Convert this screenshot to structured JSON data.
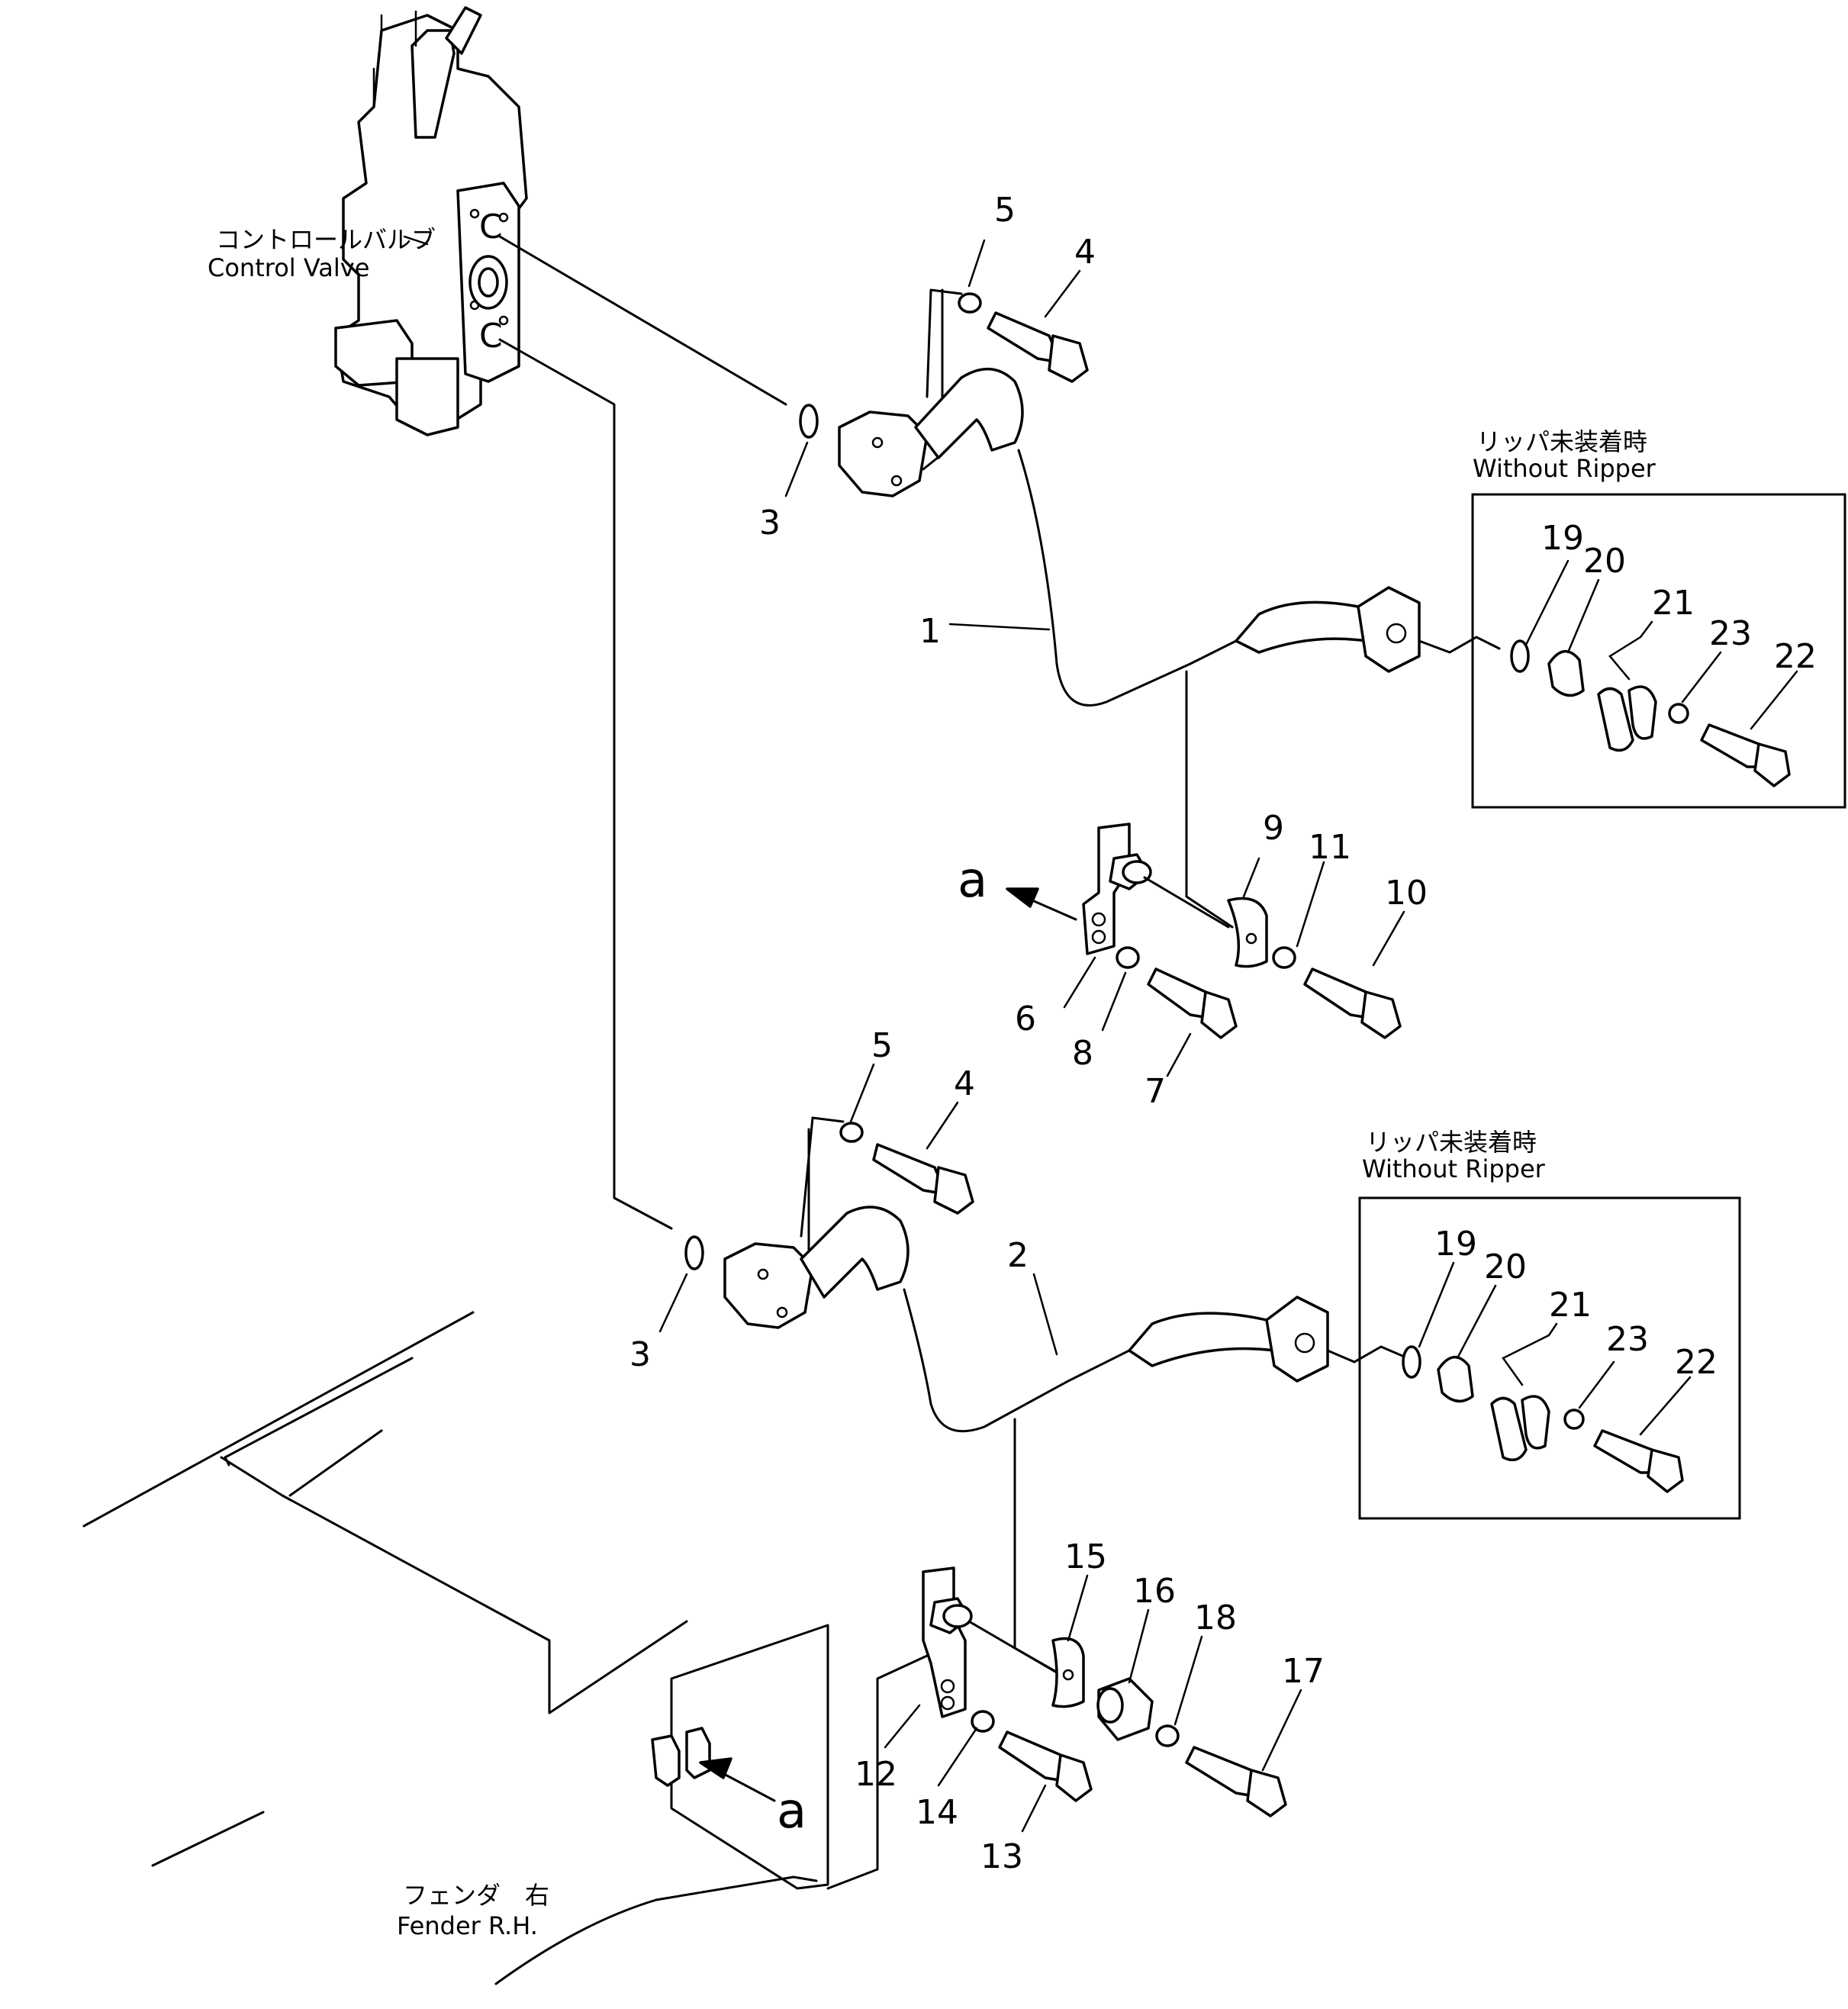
{
  "labels": {
    "control_valve_jp": "コントロールバルブ",
    "control_valve_en": "Control  Valve",
    "without_ripper_jp": "リッパ未装着時",
    "without_ripper_en": "Without  Ripper",
    "fender_jp": "フェンダ　右",
    "fender_en": "Fender  R.H.",
    "view_a": "a"
  },
  "callouts": {
    "c1": "1",
    "c2": "2",
    "c3a": "3",
    "c3b": "3",
    "c4a": "4",
    "c4b": "4",
    "c5a": "5",
    "c5b": "5",
    "c6": "6",
    "c7": "7",
    "c8": "8",
    "c9": "9",
    "c10": "10",
    "c11": "11",
    "c12": "12",
    "c13": "13",
    "c14": "14",
    "c15": "15",
    "c16": "16",
    "c17": "17",
    "c18": "18",
    "c19a": "19",
    "c20a": "20",
    "c21a": "21",
    "c22a": "22",
    "c23a": "23",
    "c19b": "19",
    "c20b": "20",
    "c21b": "21",
    "c22b": "22",
    "c23b": "23"
  }
}
